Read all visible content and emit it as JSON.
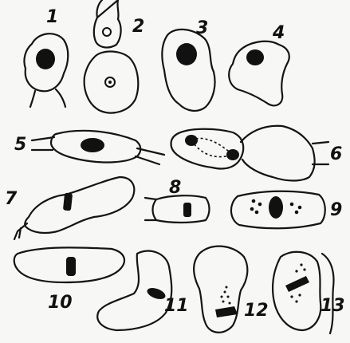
{
  "figure": {
    "cell_labels": [
      "1",
      "2",
      "3",
      "4",
      "5",
      "6",
      "7",
      "8",
      "9",
      "10",
      "11",
      "12",
      "13"
    ]
  }
}
